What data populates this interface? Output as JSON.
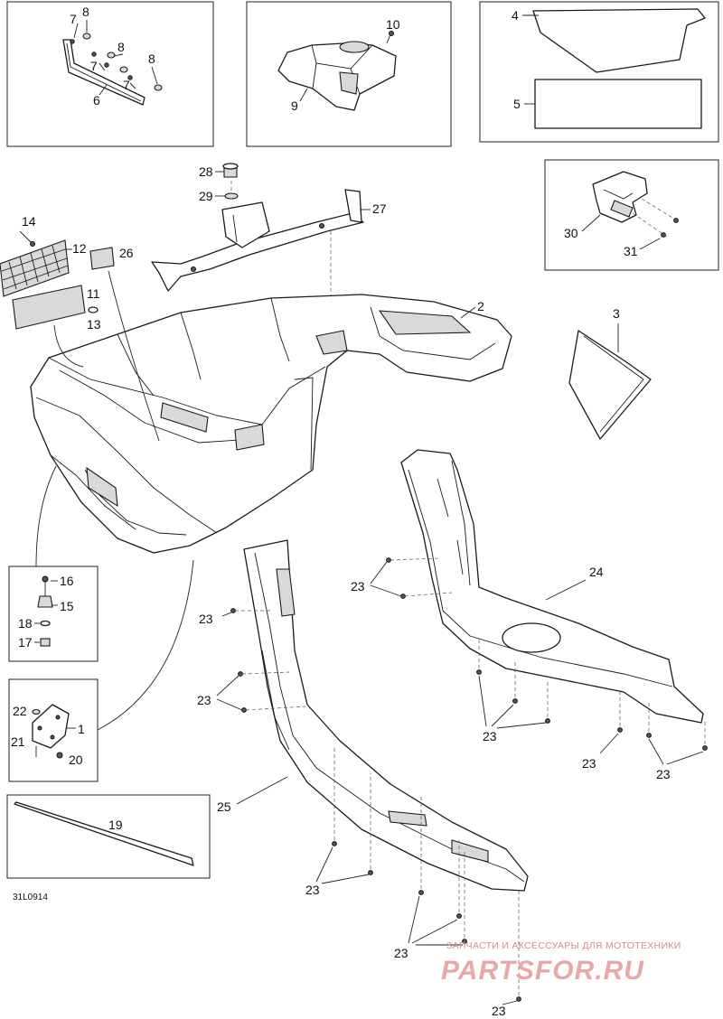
{
  "diagram_code": "31L0914",
  "watermark": {
    "tagline": "ЗАПЧАСТИ И АКСЕССУАРЫ ДЛЯ МОТОТЕХНИКИ",
    "brand": "PARTSFOR.RU"
  },
  "callouts": {
    "c1": "1",
    "c2": "2",
    "c3": "3",
    "c4": "4",
    "c5": "5",
    "c6": "6",
    "c7": "7",
    "c8": "8",
    "c9": "9",
    "c10": "10",
    "c11": "11",
    "c12": "12",
    "c13": "13",
    "c14": "14",
    "c15": "15",
    "c16": "16",
    "c17": "17",
    "c18": "18",
    "c19": "19",
    "c20": "20",
    "c21": "21",
    "c22": "22",
    "c23": "23",
    "c24": "24",
    "c25": "25",
    "c26": "26",
    "c27": "27",
    "c28": "28",
    "c29": "29",
    "c30": "30",
    "c31": "31"
  }
}
